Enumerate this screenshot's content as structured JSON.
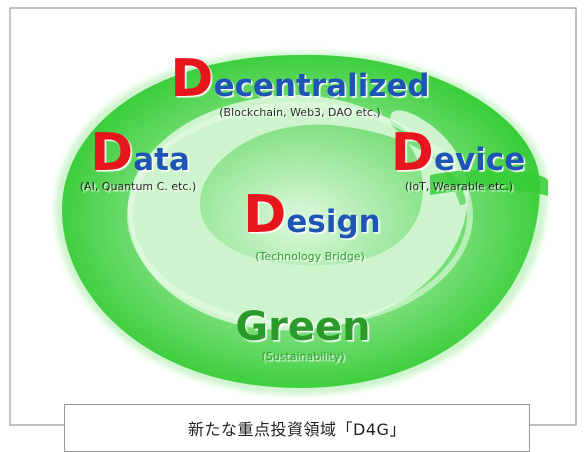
{
  "items": [
    {
      "initial": "D",
      "rest": "ecentralized",
      "note": "(Blockchain, Web3, DAO etc.)",
      "initial_color": "#e8141b",
      "rest_color": "#1f55b4",
      "note_color": "#1a1a1a"
    },
    {
      "initial": "D",
      "rest": "ata",
      "note": "(AI, Quantum C. etc.)",
      "initial_color": "#e8141b",
      "rest_color": "#1f55b4",
      "note_color": "#1a1a1a"
    },
    {
      "initial": "D",
      "rest": "evice",
      "note": "(IoT, Wearable etc.)",
      "initial_color": "#e8141b",
      "rest_color": "#1f55b4",
      "note_color": "#1a1a1a"
    },
    {
      "initial": "D",
      "rest": "esign",
      "note": "(Technology Bridge)",
      "initial_color": "#e8141b",
      "rest_color": "#1f55b4",
      "note_color": "#2a9a2a"
    },
    {
      "initial": "",
      "rest": "Green",
      "note": "(Sustainability)",
      "initial_color": "#2a9a2a",
      "rest_color": "#2a9a2a",
      "note_color": "#2a9a2a"
    }
  ],
  "caption": "新たな重点投資領域「D4G」",
  "colors": {
    "swirl_core": "#39d139",
    "swirl_light": "#dff9df",
    "frame": "#9a9a9a"
  }
}
